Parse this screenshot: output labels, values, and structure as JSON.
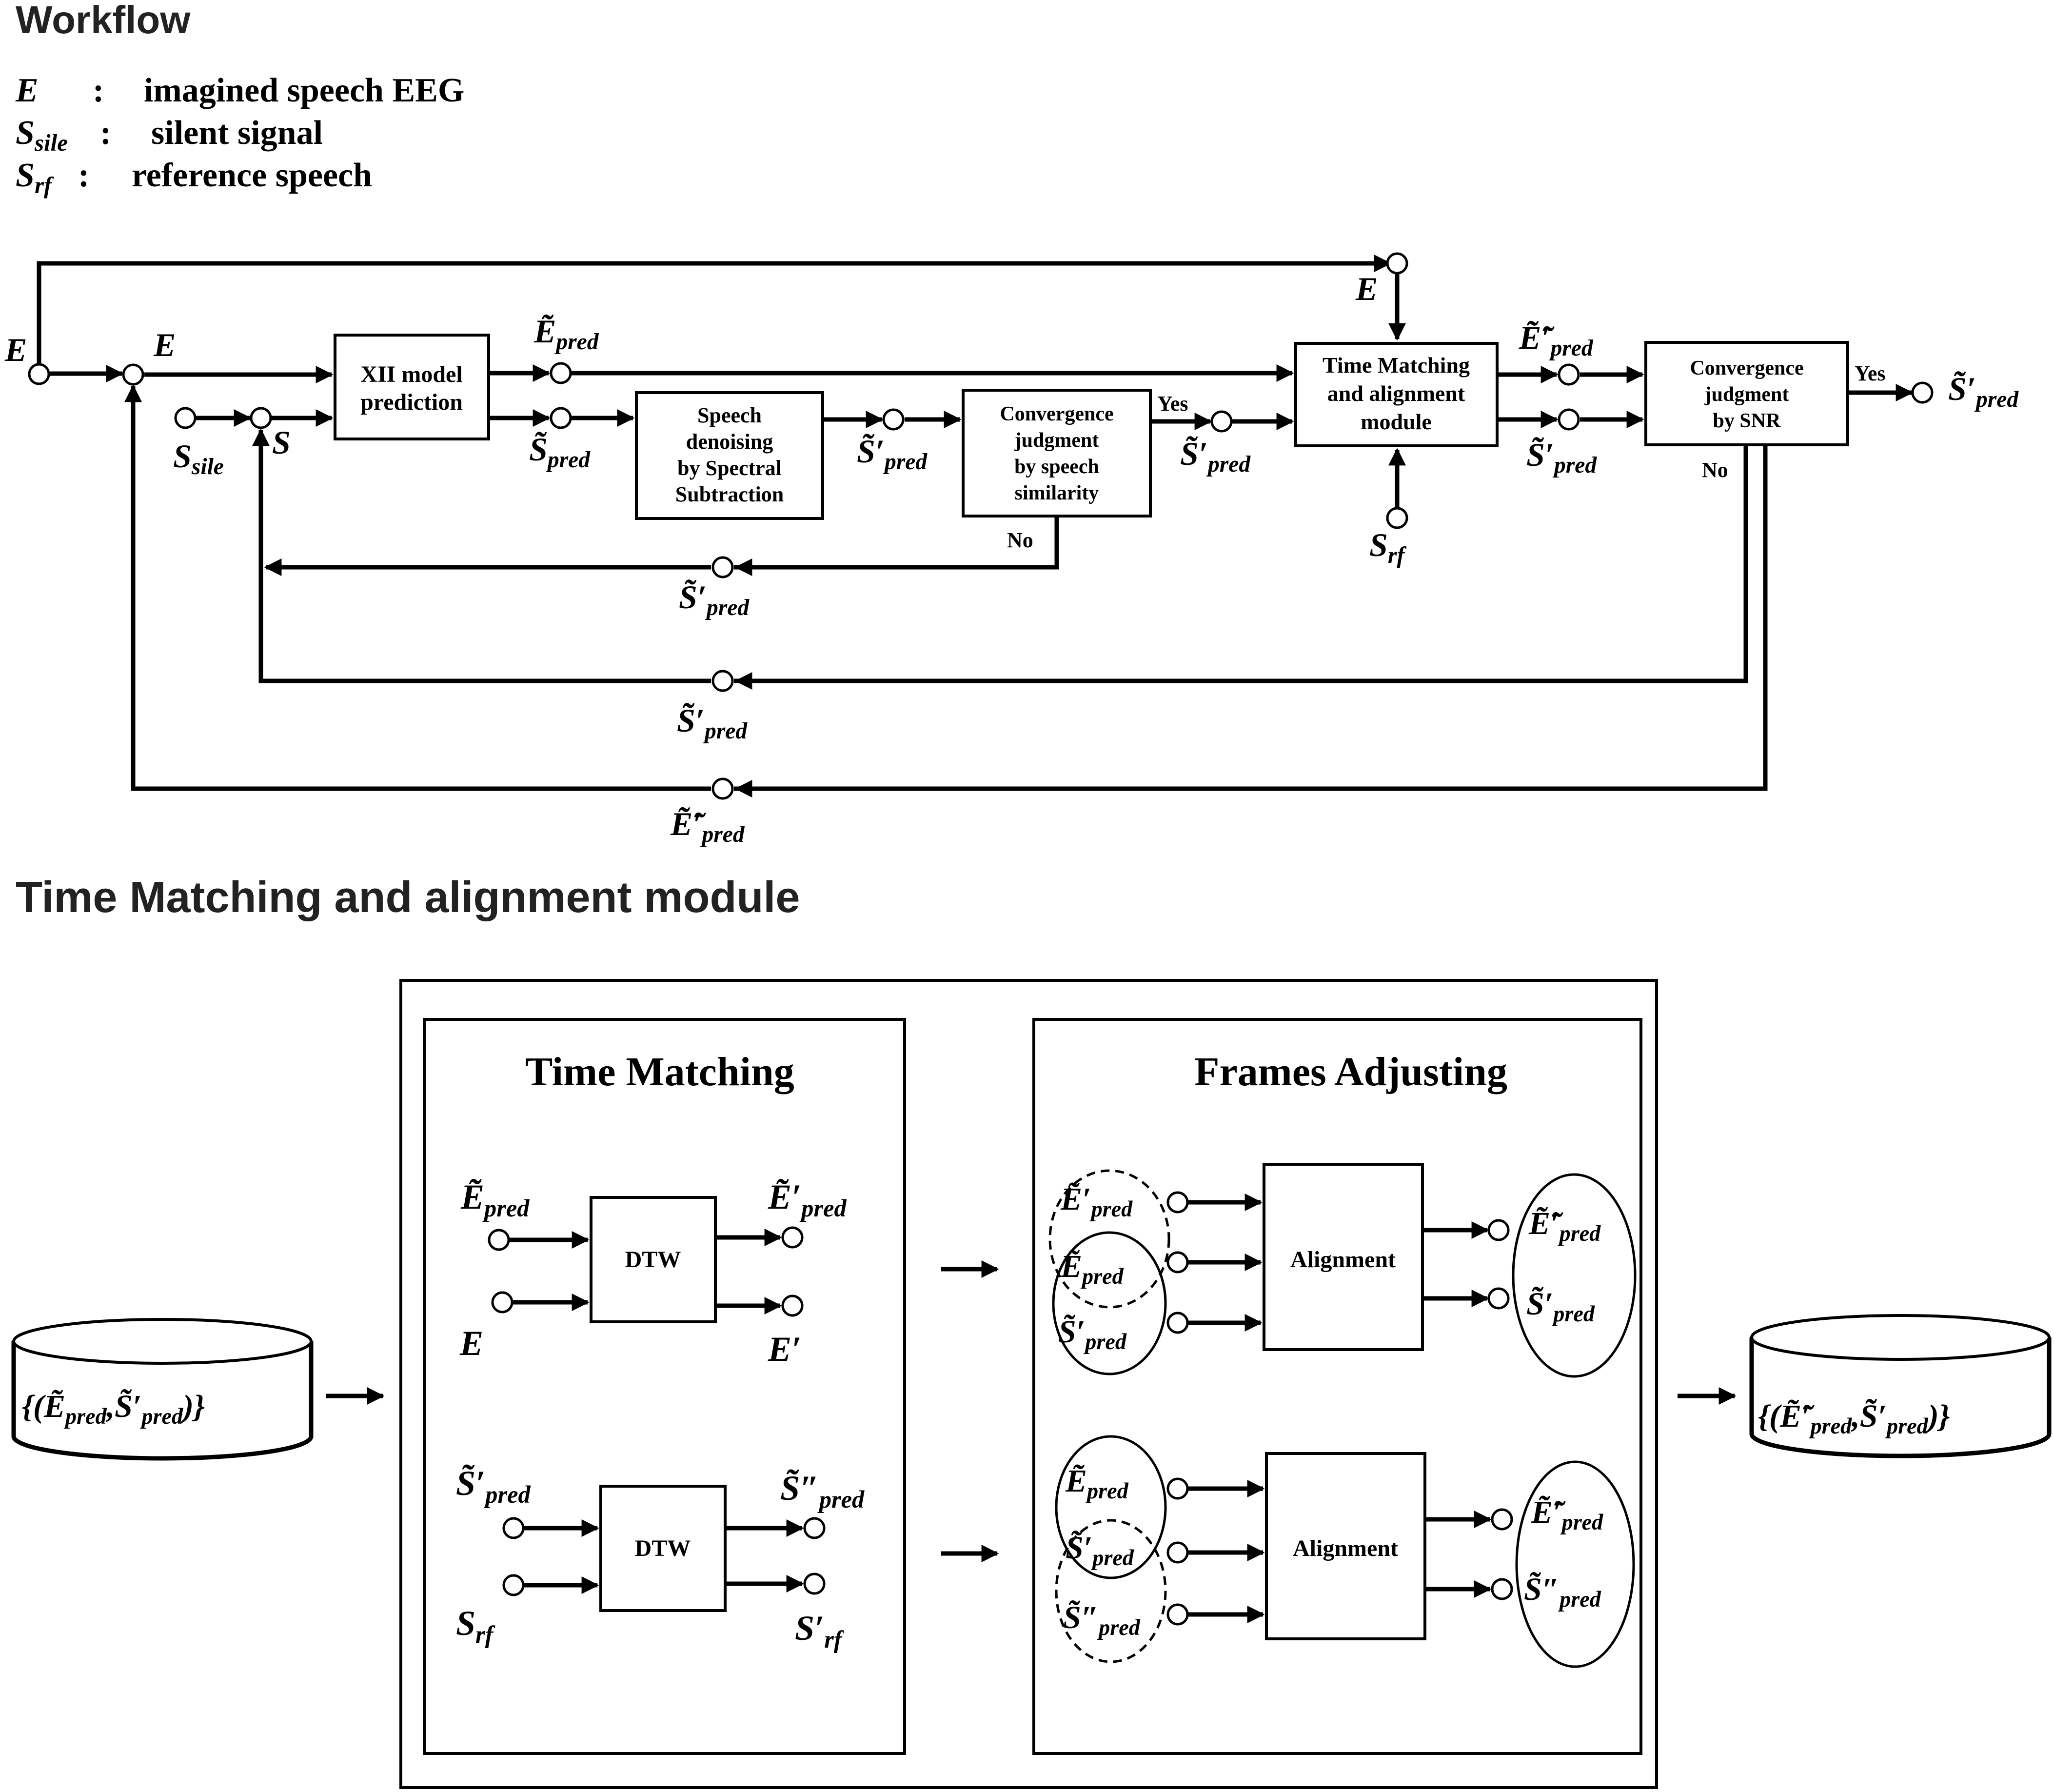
{
  "titles": {
    "workflow": "Workflow",
    "module": "Time Matching and alignment module"
  },
  "legend": [
    {
      "sym": "E",
      "sub": "",
      "colon": ":",
      "desc": "imagined speech EEG"
    },
    {
      "sym": "S",
      "sub": "sile",
      "colon": ":",
      "desc": "silent signal"
    },
    {
      "sym": "S",
      "sub": "rf",
      "colon": ":",
      "desc": "reference speech"
    }
  ],
  "workflow": {
    "boxes": {
      "xii": [
        "XII model",
        "prediction"
      ],
      "denoise": [
        "Speech",
        "denoising",
        "by Spectral",
        "Subtraction"
      ],
      "conv_sim": [
        "Convergence",
        "judgment",
        "by speech",
        "similarity"
      ],
      "tma": [
        "Time Matching",
        "and alignment",
        "module"
      ],
      "conv_snr": [
        "Convergence",
        "judgment",
        "by SNR"
      ]
    },
    "decisions": {
      "yes": "Yes",
      "no": "No"
    },
    "symbols": {
      "e": "E",
      "s": "S",
      "s_sile": {
        "main": "S",
        "sub": "sile"
      },
      "s_rf": {
        "main": "S",
        "sub": "rf"
      },
      "e_pred": {
        "main": "Ẽ",
        "sub": "pred"
      },
      "s_pred": {
        "main": "S̃",
        "sub": "pred"
      },
      "s_pred_p": {
        "main": "S̃′",
        "sub": "pred"
      },
      "e_pred_pp": {
        "main": "Ẽ̃′",
        "sub": "pred"
      },
      "s_pred_pp": {
        "main": "S̃̃′",
        "sub": "pred"
      }
    }
  },
  "module": {
    "time_matching": {
      "title": "Time Matching",
      "dtw": "DTW",
      "e": "E",
      "e_p": "E′",
      "s_rf": {
        "main": "S",
        "sub": "rf"
      },
      "s_rf_p": {
        "main": "S′",
        "sub": "rf"
      },
      "s_pred_pp2": {
        "main": "S̃″",
        "sub": "pred"
      }
    },
    "frames_adjusting": {
      "title": "Frames Adjusting",
      "alignment": "Alignment",
      "e_pred_p": {
        "main": "Ẽ′",
        "sub": "pred"
      },
      "s_pred_p2": {
        "main": "S̃″",
        "sub": "pred"
      }
    },
    "db_in": {
      "open": "{(",
      "sep": ",",
      "close": ")}"
    },
    "db_out": {
      "open": "{(",
      "sep": ",",
      "close": ")}"
    }
  }
}
